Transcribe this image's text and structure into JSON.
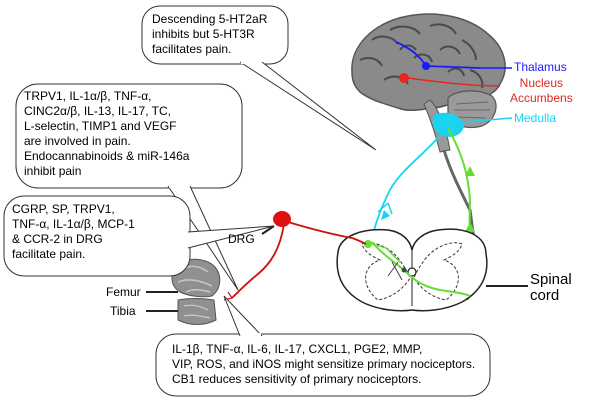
{
  "callouts": {
    "descending": "Descending 5-HT2aR\ninhibits but 5-HT3R\nfacilitates pain.",
    "mediators": "TRPV1, IL-1α/β,  TNF-α,\nCINC2α/β,  IL-13, IL-17, TC,\nL-selectin, TIMP1 and VEGF\nare involved in pain.\nEndocannabinoids & miR-146a\ninhibit pain",
    "drg_factors": "CGRP, SP, TRPV1,\nTNF-α,  IL-1α/β,  MCP-1\n& CCR-2 in DRG\nfacilitate pain.",
    "nociceptors": "IL-1β, TNF-α, IL-6, IL-17, CXCL1, PGE2, MMP,\nVIP, ROS, and iNOS might sensitize primary nociceptors.\nCB1 reduces sensitivity of primary nociceptors."
  },
  "labels": {
    "thalamus": "Thalamus",
    "nucleus_accumbens": "Nucleus\nAccumbens",
    "medulla": "Medulla",
    "drg": "DRG",
    "femur": "Femur",
    "tibia": "Tibia",
    "spinal_cord": "Spinal\ncord"
  },
  "colors": {
    "thalamus": "#1a1aff",
    "nucleus_accumbens": "#e8251b",
    "medulla": "#19d3f0",
    "ascending": "#66dd33",
    "afferent": "#cc1111"
  }
}
